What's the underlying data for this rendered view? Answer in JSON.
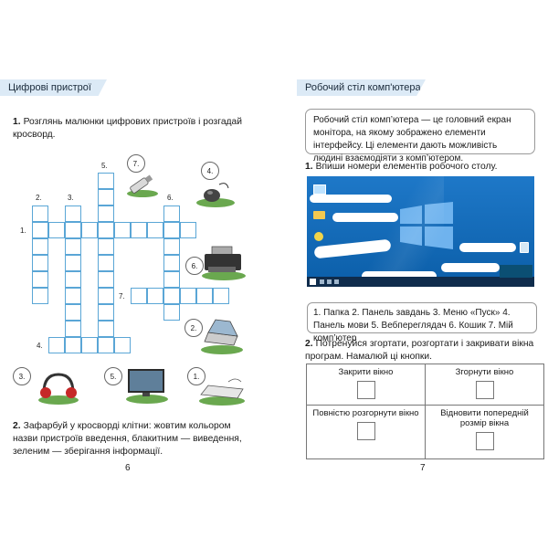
{
  "left_page": {
    "header": "Цифрові пристрої",
    "task1": {
      "num": "1.",
      "text": "Розглянь малюнки цифрових пристроїв і розгадай кросворд."
    },
    "crossword_numbers": [
      "1.",
      "2.",
      "3.",
      "4.",
      "5.",
      "6.",
      "7."
    ],
    "badges": [
      "7.",
      "4.",
      "6.",
      "2.",
      "3.",
      "5.",
      "1."
    ],
    "task2": {
      "num": "2.",
      "text": "Зафарбуй у кросворді клітни: жовтим кольором назви пристроїв введення, блакитним — виведення, зеленим — зберігання інформації."
    },
    "page_number": "6",
    "icons": [
      "usb-flash-icon",
      "mouse-icon",
      "printer-icon",
      "scanner-icon",
      "headphones-icon",
      "monitor-icon",
      "keyboard-icon"
    ]
  },
  "right_page": {
    "header": "Робочий стіл комп'ютера",
    "info": "Робочий стіл комп’ютера — це головний екран монітора, на якому зображено елементи інтерфейсу. Ці елементи дають можливість людині взаємодіяти з комп’ютером.",
    "task1": {
      "num": "1.",
      "text": "Впиши номери елементів робочого столу."
    },
    "legend": "1. Папка  2. Панель завдань  3. Меню «Пуск»  4. Панель мови  5. Вебпереглядач  6. Кошик  7. Мій комп’ютер",
    "task2": {
      "num": "2.",
      "text": "Потренуйся згортати, розгортати і закривати вікна програм. Намалюй ці кнопки."
    },
    "table": [
      [
        "Закрити вікно",
        "Згорнути вікно"
      ],
      [
        "Повністю розгорнути вікно",
        "Відновити попередній розмір вікна"
      ]
    ],
    "page_number": "7",
    "colors": {
      "desktop": "#1565b8",
      "header_tab": "#dceaf6",
      "grid_border": "#5aa6d6"
    }
  }
}
